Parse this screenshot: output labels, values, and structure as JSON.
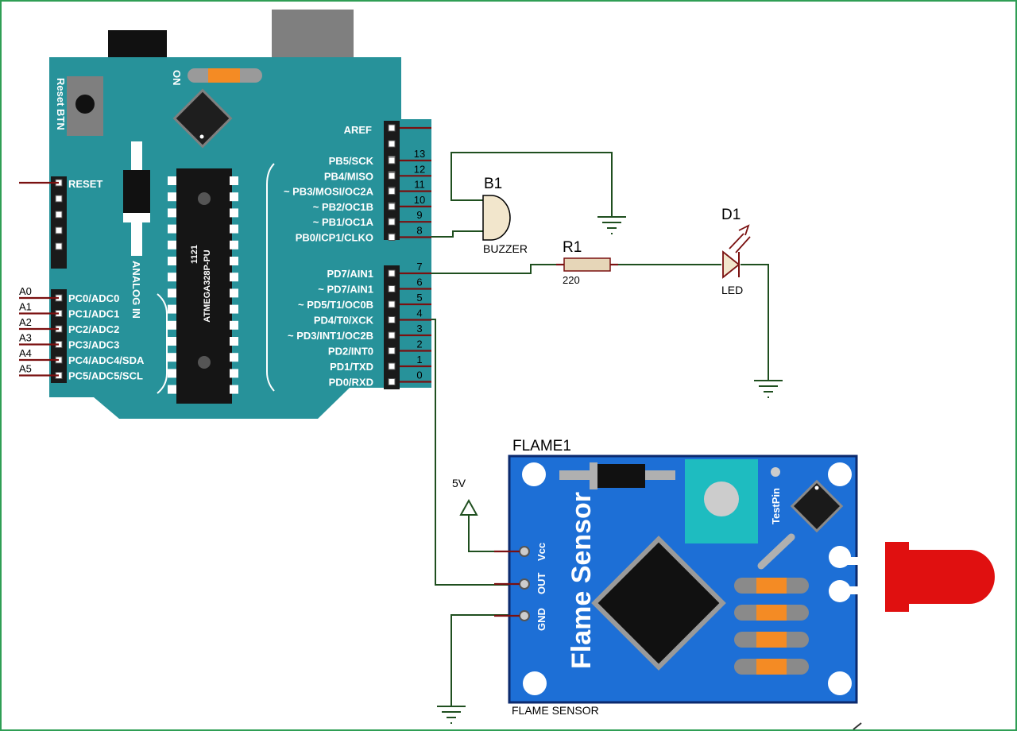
{
  "arduino": {
    "reset_btn": "Reset BTN",
    "on": "ON",
    "aref": "AREF",
    "reset": "RESET",
    "analog_in": "ANALOG IN",
    "chip_line1": "1121",
    "chip_line2": "ATMEGA328P-PU",
    "digital_pins": [
      {
        "label": "PB5/SCK",
        "num": "13"
      },
      {
        "label": "PB4/MISO",
        "num": "12"
      },
      {
        "label": "~ PB3/MOSI/OC2A",
        "num": "11"
      },
      {
        "label": "~ PB2/OC1B",
        "num": "10"
      },
      {
        "label": "~ PB1/OC1A",
        "num": "9"
      },
      {
        "label": "PB0/ICP1/CLKO",
        "num": "8"
      },
      {
        "label": "PD7/AIN1",
        "num": "7"
      },
      {
        "label": "~ PD7/AIN1",
        "num": "6"
      },
      {
        "label": "~ PD5/T1/OC0B",
        "num": "5"
      },
      {
        "label": "PD4/T0/XCK",
        "num": "4"
      },
      {
        "label": "~ PD3/INT1/OC2B",
        "num": "3"
      },
      {
        "label": "PD2/INT0",
        "num": "2"
      },
      {
        "label": "PD1/TXD",
        "num": "1"
      },
      {
        "label": "PD0/RXD",
        "num": "0"
      }
    ],
    "analog_pins": [
      {
        "label": "PC0/ADC0",
        "name": "A0"
      },
      {
        "label": "PC1/ADC1",
        "name": "A1"
      },
      {
        "label": "PC2/ADC2",
        "name": "A2"
      },
      {
        "label": "PC3/ADC3",
        "name": "A3"
      },
      {
        "label": "PC4/ADC4/SDA",
        "name": "A4"
      },
      {
        "label": "PC5/ADC5/SCL",
        "name": "A5"
      }
    ]
  },
  "buzzer": {
    "ref": "B1",
    "value": "BUZZER"
  },
  "resistor": {
    "ref": "R1",
    "value": "220"
  },
  "led": {
    "ref": "D1",
    "value": "LED"
  },
  "flame": {
    "ref": "FLAME1",
    "value": "FLAME SENSOR",
    "board_text": "Flame Sensor",
    "testpin": "TestPin",
    "vcc": "Vcc",
    "out": "OUT",
    "gnd": "GND"
  },
  "power": {
    "label": "5V"
  },
  "colors": {
    "arduino_board": "#27929a",
    "flame_board": "#1d6fd6",
    "wire": "#1f4f1f",
    "pin": "#7a1010",
    "led_red": "#e01010"
  }
}
